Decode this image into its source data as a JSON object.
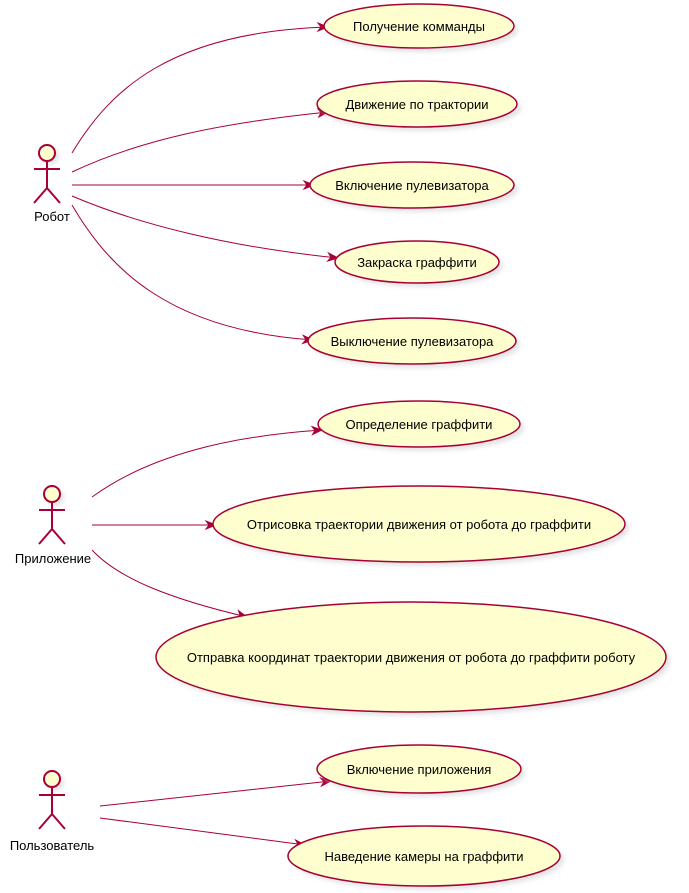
{
  "diagram": {
    "type": "use-case",
    "colors": {
      "usecase_fill": "#FEFECE",
      "border": "#A80036",
      "text": "#000000",
      "background": "#FFFFFF"
    },
    "actors": {
      "robot": {
        "label": "Робот"
      },
      "app": {
        "label": "Приложение"
      },
      "user": {
        "label": "Пользователь"
      }
    },
    "usecases": {
      "uc1": "Получение комманды",
      "uc2": "Движение по трактории",
      "uc3": "Включение пулевизатора",
      "uc4": "Закраска граффити",
      "uc5": "Выключение пулевизатора",
      "uc6": "Определение граффити",
      "uc7": "Отрисовка траектории движения от робота до граффити",
      "uc8": "Отправка координат траектории движения от робота до граффити роботу",
      "uc9": "Включение приложения",
      "uc10": "Наведение камеры на граффити"
    },
    "associations": [
      {
        "from": "robot",
        "to": "uc1"
      },
      {
        "from": "robot",
        "to": "uc2"
      },
      {
        "from": "robot",
        "to": "uc3"
      },
      {
        "from": "robot",
        "to": "uc4"
      },
      {
        "from": "robot",
        "to": "uc5"
      },
      {
        "from": "app",
        "to": "uc6"
      },
      {
        "from": "app",
        "to": "uc7"
      },
      {
        "from": "app",
        "to": "uc8"
      },
      {
        "from": "user",
        "to": "uc9"
      },
      {
        "from": "user",
        "to": "uc10"
      }
    ]
  }
}
